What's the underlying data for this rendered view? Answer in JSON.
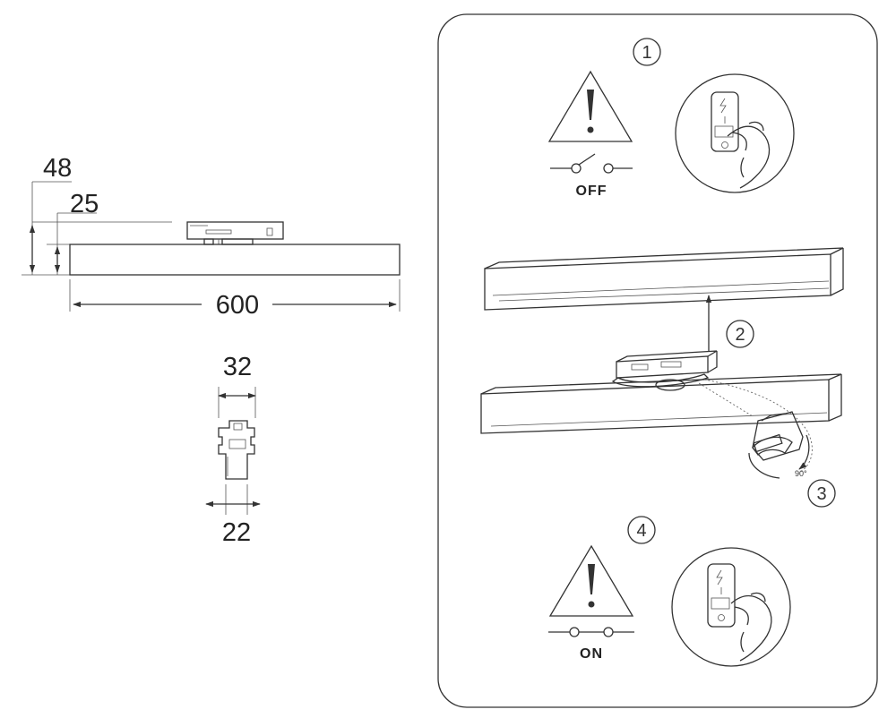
{
  "dimensions": {
    "height_total": "48",
    "height_body": "25",
    "length": "600",
    "width_top": "32",
    "width_body": "22"
  },
  "steps": {
    "step1": {
      "number": "1",
      "switch_label": "OFF"
    },
    "step2": {
      "number": "2"
    },
    "step3": {
      "number": "3",
      "angle": "90°"
    },
    "step4": {
      "number": "4",
      "switch_label": "ON"
    }
  }
}
